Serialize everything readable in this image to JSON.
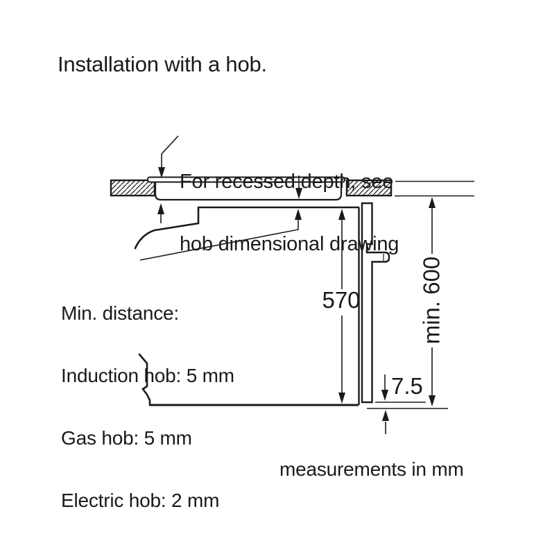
{
  "title": "Installation with a hob.",
  "annotation": {
    "line1": "For recessed depth, see",
    "line2": "hob dimensional drawing"
  },
  "min_distance": {
    "heading": "Min. distance:",
    "induction": "Induction hob: 5 mm",
    "gas": "Gas hob: 5 mm",
    "electric": "Electric hob: 2 mm"
  },
  "dimensions": {
    "oven_height": "570",
    "min_niche_height": "min. 600",
    "bottom_gap": "7.5"
  },
  "footer": "measurements in mm",
  "colors": {
    "line": "#1a1a1a",
    "background": "#ffffff"
  }
}
